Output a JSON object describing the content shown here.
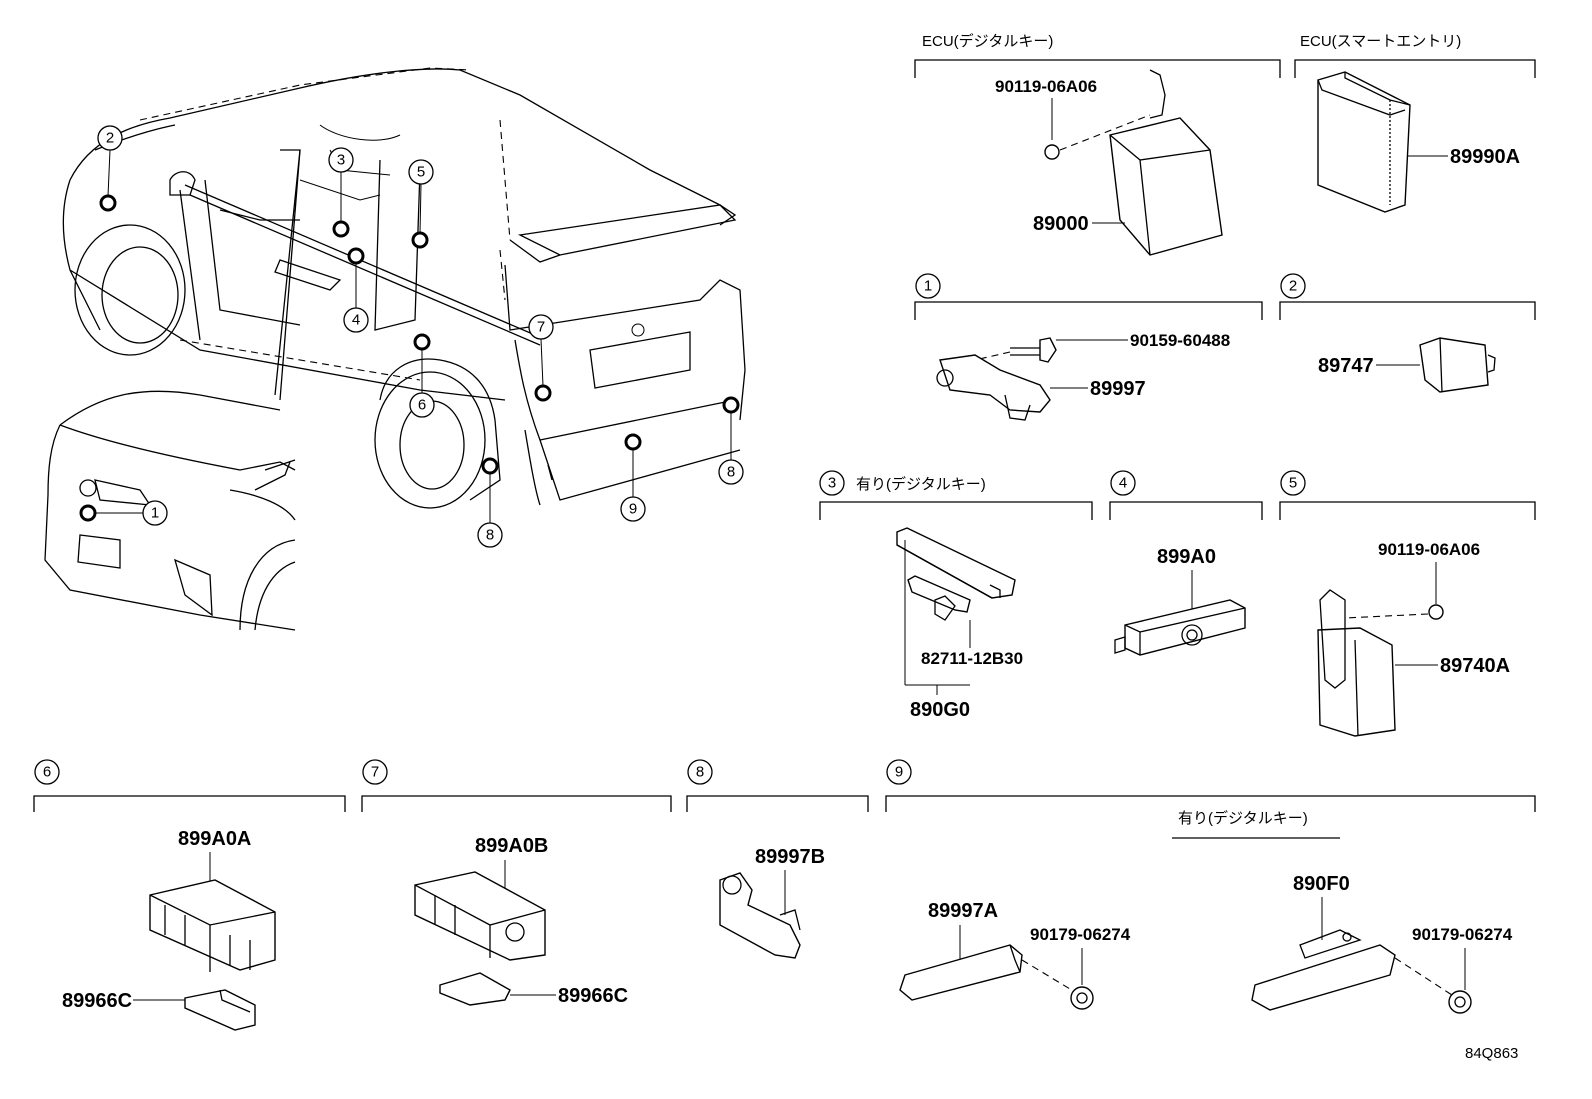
{
  "sections": {
    "ecu_digital_key": "ECU(デジタルキー)",
    "ecu_smart_entry": "ECU(スマートエントリ)",
    "s1": "1",
    "s2": "2",
    "s3": "3",
    "s3_label": "有り(デジタルキー)",
    "s4": "4",
    "s5": "5",
    "s6": "6",
    "s7": "7",
    "s8": "8",
    "s9": "9",
    "s9_sub": "有り(デジタルキー)"
  },
  "callouts": {
    "c1": "1",
    "c2": "2",
    "c3": "3",
    "c4": "4",
    "c5": "5",
    "c6": "6",
    "c7": "7",
    "c8a": "8",
    "c8b": "8",
    "c9": "9"
  },
  "parts": {
    "p90119_1": "90119-06A06",
    "p89000": "89000",
    "p89990A": "89990A",
    "p90159": "90159-60488",
    "p89997": "89997",
    "p89747": "89747",
    "p899A0": "899A0",
    "p90119_2": "90119-06A06",
    "p82711": "82711-12B30",
    "p890G0": "890G0",
    "p89740A": "89740A",
    "p899A0A": "899A0A",
    "p89966C_1": "89966C",
    "p899A0B": "899A0B",
    "p89966C_2": "89966C",
    "p89997B": "89997B",
    "p89997A": "89997A",
    "p90179_1": "90179-06274",
    "p890F0": "890F0",
    "p90179_2": "90179-06274"
  },
  "figure_code": "84Q863"
}
